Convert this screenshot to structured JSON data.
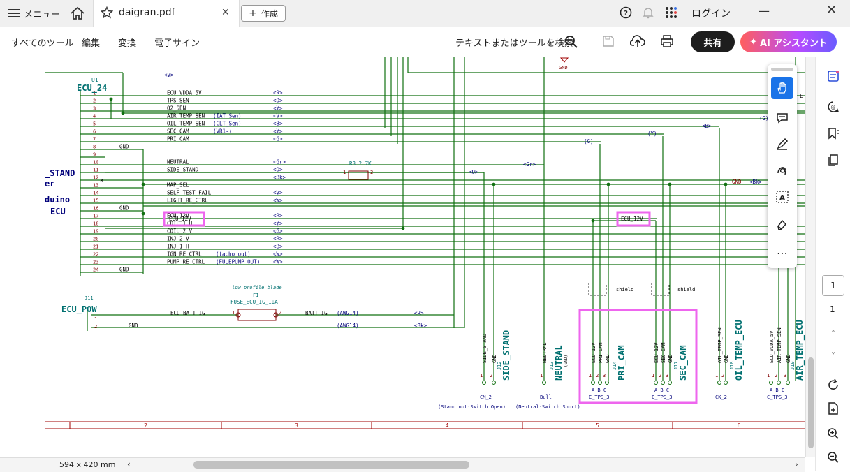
{
  "tabbar": {
    "menu_label": "メニュー",
    "tab_title": "daigran.pdf",
    "create_label": "作成",
    "login_label": "ログイン"
  },
  "toolbar": {
    "all_tools": "すべてのツール",
    "edit": "編集",
    "convert": "変換",
    "esign": "電子サイン",
    "search_label": "テキストまたはツールを検索",
    "share": "共有",
    "ai_assistant": "AI アシスタント"
  },
  "status": {
    "page_size": "594 x 420 mm"
  },
  "pager": {
    "current": "1",
    "total": "1"
  },
  "schematic": {
    "u1_ref": "U1",
    "u1_name": "ECU_24",
    "top_wire_label": "<V>",
    "gnd_top": "GND",
    "side_labels": [
      "_STAND",
      "er",
      "duino",
      "ECU"
    ],
    "pin_numbers": [
      "1",
      "2",
      "3",
      "4",
      "5",
      "6",
      "7",
      "8",
      "9",
      "10",
      "11",
      "12",
      "13",
      "14",
      "15",
      "16",
      "17",
      "18",
      "19",
      "20",
      "21",
      "22",
      "23",
      "24"
    ],
    "signals": [
      "ECU_VDDA_5V",
      "TPS_SEN",
      "O2_SEN",
      "AIR_TEMP_SEN",
      "OIL_TEMP_SEN",
      "SEC_CAM",
      "PRI_CAM",
      "GND",
      "",
      "NEUTRAL",
      "SIDE_STAND",
      "",
      "MAP_SEL",
      "SELF_TEST_FAIL",
      "LIGHT_RE_CTRL",
      "GND",
      "ECU_12V",
      "COIL_1_H",
      "COIL_2_V",
      "INJ_2_V",
      "INJ_1_H",
      "IGN_RE_CTRL",
      "PUMP_RE_CTRL",
      "GND"
    ],
    "aliases": {
      "4": "(IAT_Sen)",
      "5": "(CLT_Sen)",
      "6": "(VR1-)",
      "22": "(tacho_out)",
      "23": "(FULEPUMP_OUT)"
    },
    "colors_tag": {
      "1": "<R>",
      "2": "<O>",
      "3": "<Y>",
      "4": "<V>",
      "5": "<B>",
      "6": "<Y>",
      "7": "<G>",
      "10": "<Gr>",
      "11": "<O>",
      "12": "<Bk>",
      "14": "<V>",
      "15": "<W>",
      "17": "<R>",
      "18": "<Y>",
      "19": "<G>",
      "20": "<R>",
      "21": "<B>",
      "22": "<W>",
      "23": "<W>"
    },
    "r3_label": "R3 2.7K",
    "r3_pin1": "1",
    "r3_pin2": "2",
    "tag_o_mid": "<O>",
    "tag_gr_mid": "<Gr>",
    "tag_g_paren": "(G)",
    "tag_y_paren": "(Y)",
    "tag_b_right": "<B>",
    "tag_g_right": "(G)",
    "gnd_right": "GND",
    "bk_right": "<Bk>",
    "gnd_top_conn": "GND",
    "ecu_12v_label": "ECU_12V",
    "ecu_12v_label2": "ECU_12V",
    "j11_ref": "J11",
    "j11_name": "ECU_POW",
    "j11_pins": [
      "1",
      "2"
    ],
    "batt_ig": "ECU_BATT_IG",
    "gnd_pow": "GND",
    "fuse_note": "low profile blade",
    "fuse_ref": "F1",
    "fuse_name": "FUSE_ECU_IG_10A",
    "fuse_pin1": "1",
    "fuse_pin2": "2",
    "batt_ig2": "BATT_IG",
    "awg1": "(AWG14)",
    "awg2": "(AWG14)",
    "tag_r_pow": "<R>",
    "tag_bk_pow": "<Bk>",
    "shield1": "shield",
    "shield2": "shield",
    "connectors": [
      {
        "pins": [
          "SIDE_STAND",
          "GND"
        ],
        "ref": "J12",
        "name": "SIDE_STAND",
        "type": "CM_2",
        "note": "(Stand out:Switch Open)"
      },
      {
        "pins": [
          "NEUTRAL"
        ],
        "ref": "J13",
        "name": "NEUTRAL",
        "sub": "(GND)",
        "type": "Bull",
        "note": "(Neutral:Switch Short)"
      },
      {
        "pins": [
          "ECU_12V",
          "PRI_CAM",
          "GND"
        ],
        "ref": "J14",
        "name": "PRI_CAM",
        "type": "C_TPS_3",
        "abc": "A B C"
      },
      {
        "pins": [
          "ECU_12V",
          "SEC_CAM",
          "GND"
        ],
        "ref": "J17",
        "name": "SEC_CAM",
        "type": "C_TPS_3",
        "abc": "A B C"
      },
      {
        "pins": [
          "OIL_TEMP_SEN",
          "GND"
        ],
        "ref": "J18",
        "name": "OIL_TEMP_ECU",
        "type": "CK_2"
      },
      {
        "pins": [
          "ECU_VDDA_5V",
          "AIR_TEMP_SEN",
          "GND"
        ],
        "ref": "J19",
        "name": "AIR_TEMP_ECU",
        "type": "C_TPS_3",
        "abc": "A B C"
      }
    ],
    "gnd_arrow": "GND",
    "grid_cols": [
      "2",
      "3",
      "4",
      "5",
      "6"
    ],
    "edge_e": "E"
  },
  "colors": {
    "wire": "#107010",
    "text": "#800000",
    "label": "#00007a",
    "sheet": "#a00000",
    "highlight": "#ee66ee"
  }
}
